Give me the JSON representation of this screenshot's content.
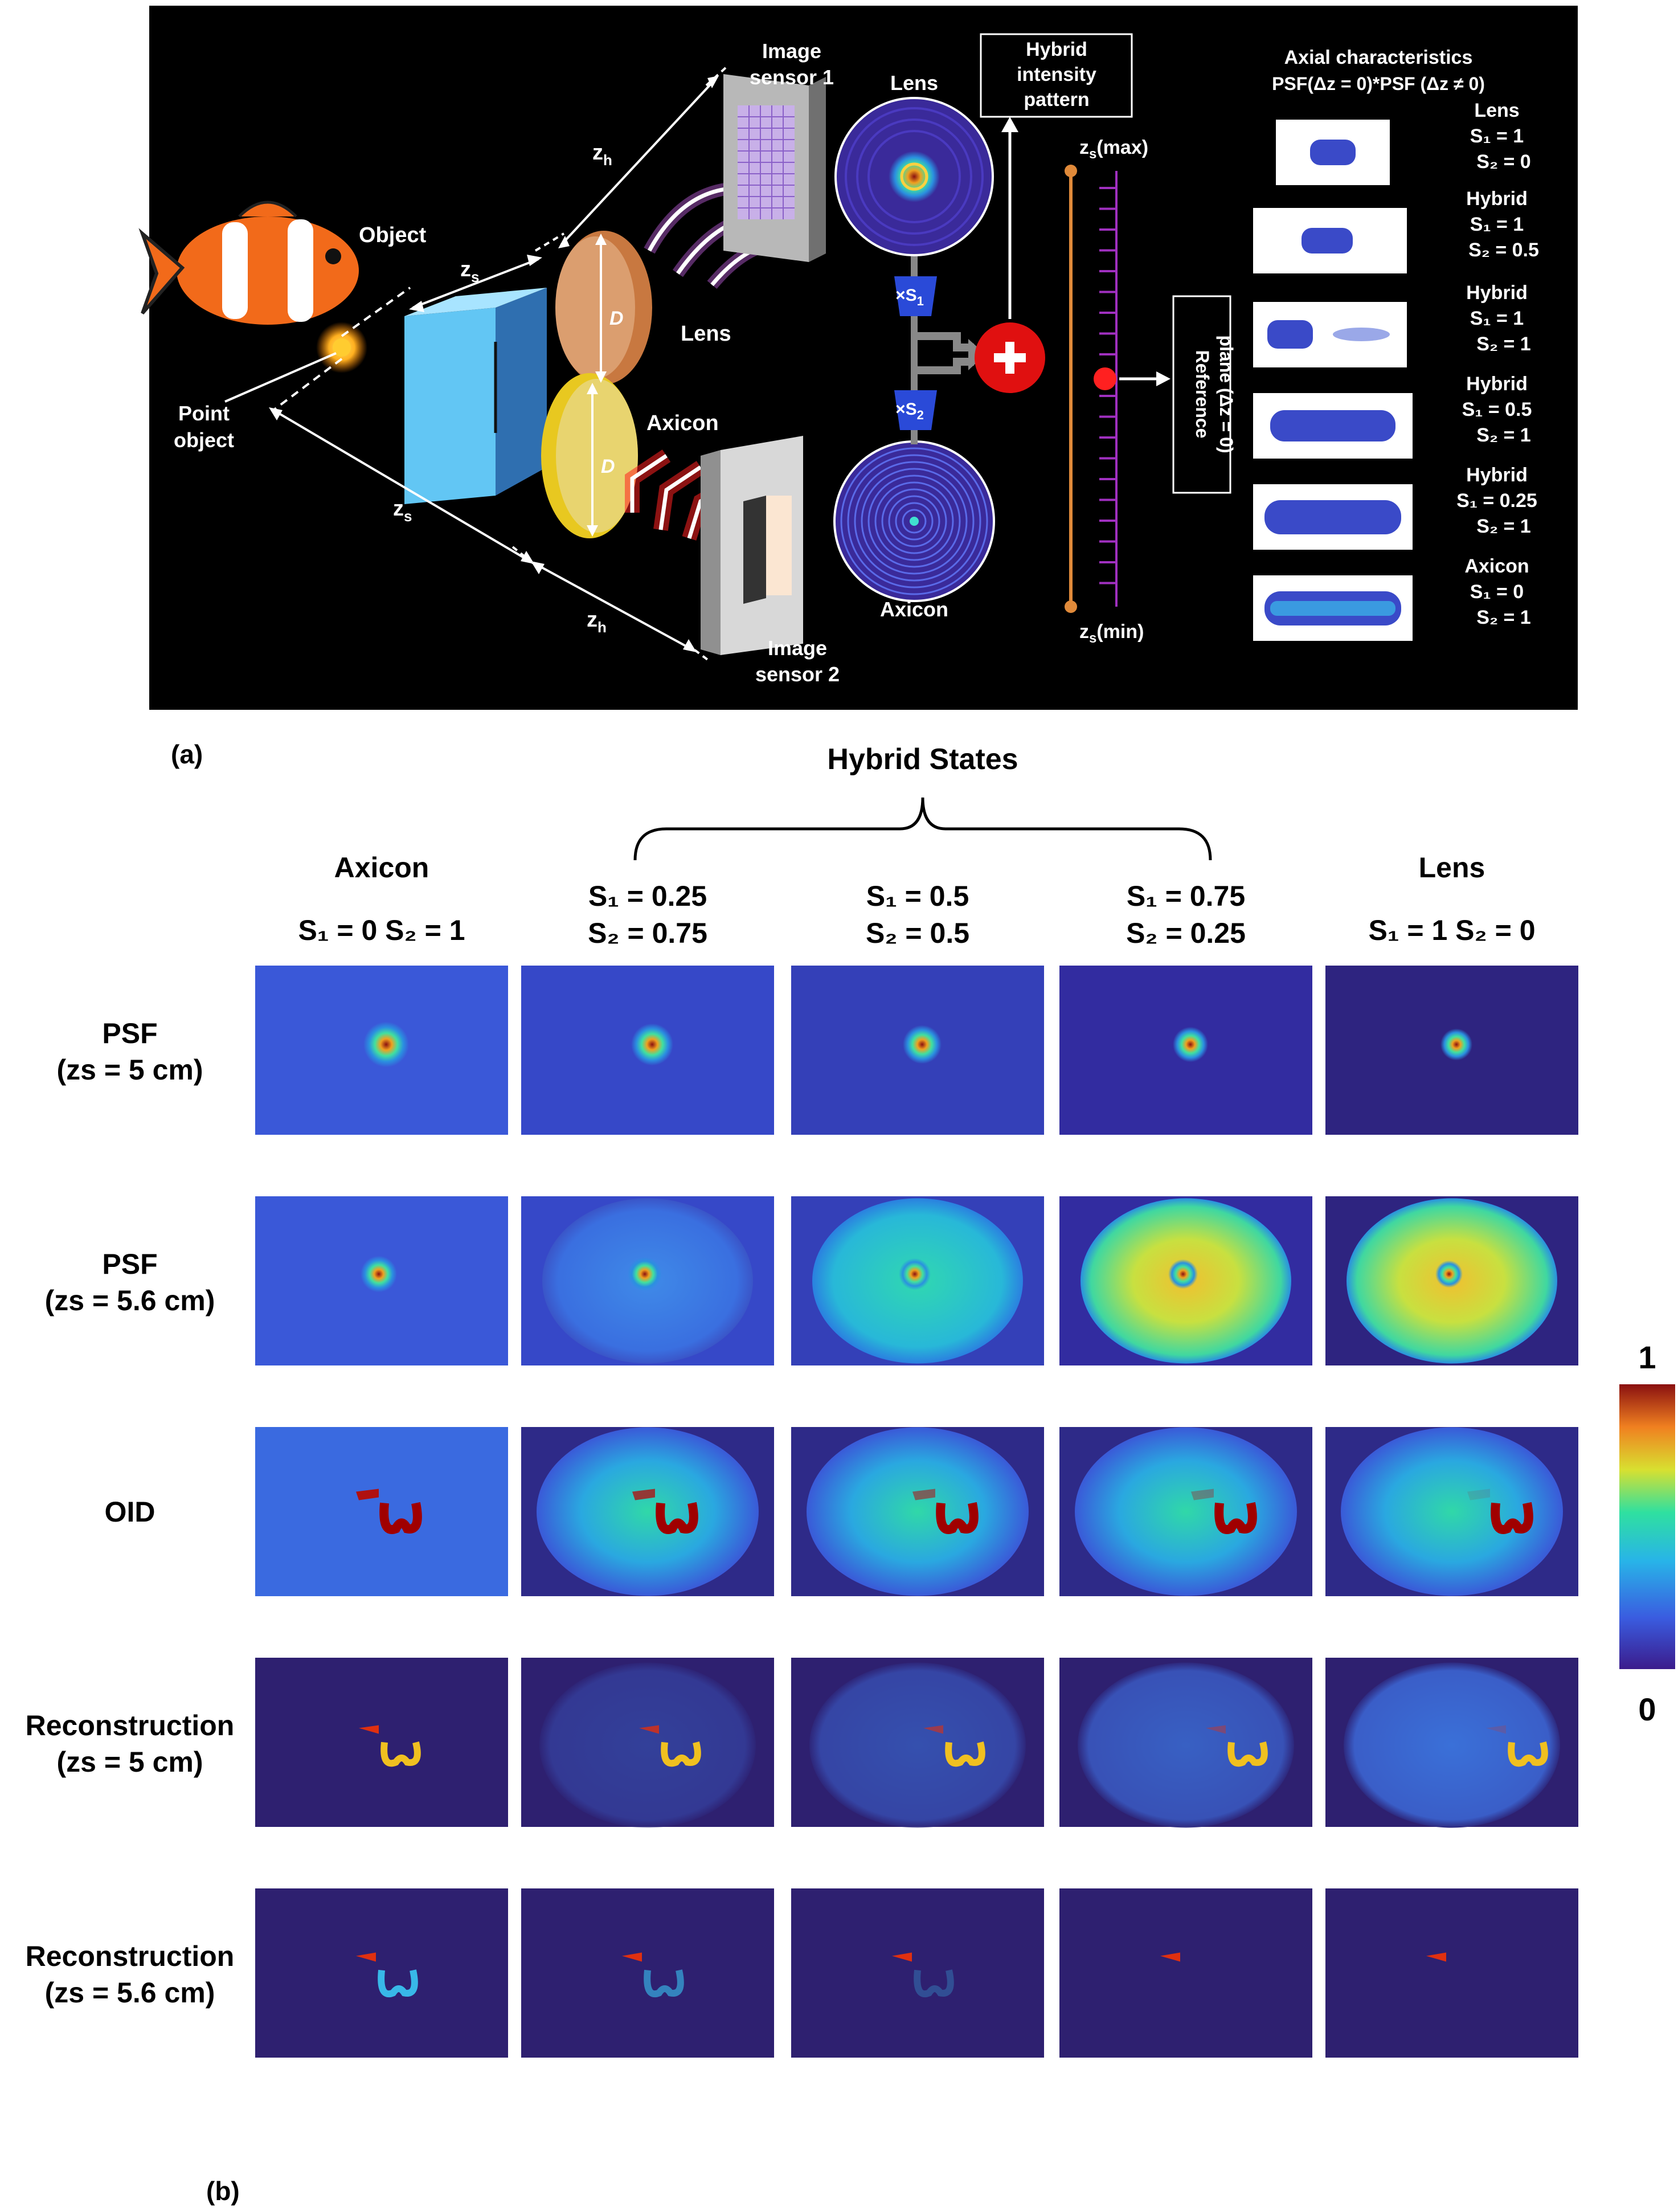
{
  "panel_a": {
    "label": "(a)",
    "object": "Object",
    "point_object": [
      "Point",
      "object"
    ],
    "zh": "z",
    "zh_sub": "h",
    "zs": "z",
    "zs_sub": "s",
    "D": "D",
    "lens": "Lens",
    "axicon": "Axicon",
    "image_sensor_1": [
      "Image",
      "sensor 1"
    ],
    "image_sensor_2": [
      "Image",
      "sensor 2"
    ],
    "lens_pattern_label": "Lens",
    "axicon_pattern_label": "Axicon",
    "scale_s1": "×S",
    "scale_s1_sub": "1",
    "scale_s2": "×S",
    "scale_s2_sub": "2",
    "hybrid_box": [
      "Hybrid",
      "intensity",
      "pattern"
    ],
    "zs_max": "(max)",
    "zs_min": "(min)",
    "reference_plane": [
      "Reference",
      "plane (Δz = 0)"
    ],
    "axial_title_1": "Axial characteristics",
    "axial_title_2": "PSF(Δz = 0)*PSF (Δz ≠ 0)",
    "axial_rows": [
      {
        "name": "Lens",
        "s1": "S₁ = 1",
        "s2": "S₂ = 0"
      },
      {
        "name": "Hybrid",
        "s1": "S₁ = 1",
        "s2": "S₂ = 0.5"
      },
      {
        "name": "Hybrid",
        "s1": "S₁ = 1",
        "s2": "S₂ = 1"
      },
      {
        "name": "Hybrid",
        "s1": "S₁ = 0.5",
        "s2": "S₂ = 1"
      },
      {
        "name": "Hybrid",
        "s1": "S₁ = 0.25",
        "s2": "S₂ = 1"
      },
      {
        "name": "Axicon",
        "s1": "S₁ = 0",
        "s2": "S₂ = 1"
      }
    ]
  },
  "panel_b": {
    "label": "(b)",
    "hybrid_states": "Hybrid States",
    "columns": [
      {
        "title": "Axicon",
        "line1": "S₁ = 0 S₂ = 1",
        "line2": ""
      },
      {
        "title": "",
        "line1": "S₁ = 0.25",
        "line2": "S₂ = 0.75"
      },
      {
        "title": "",
        "line1": "S₁ = 0.5",
        "line2": "S₂ = 0.5"
      },
      {
        "title": "",
        "line1": "S₁ = 0.75",
        "line2": "S₂ = 0.25"
      },
      {
        "title": "Lens",
        "line1": "S₁ = 1 S₂ = 0",
        "line2": ""
      }
    ],
    "rows": [
      {
        "line1": "PSF",
        "line2": "(zs = 5 cm)"
      },
      {
        "line1": "PSF",
        "line2": "(zs = 5.6 cm)"
      },
      {
        "line1": "OID",
        "line2": ""
      },
      {
        "line1": "Reconstruction",
        "line2": "(zs = 5 cm)"
      },
      {
        "line1": "Reconstruction",
        "line2": "(zs = 5.6 cm)"
      }
    ],
    "colorbar_max": "1",
    "colorbar_min": "0"
  }
}
